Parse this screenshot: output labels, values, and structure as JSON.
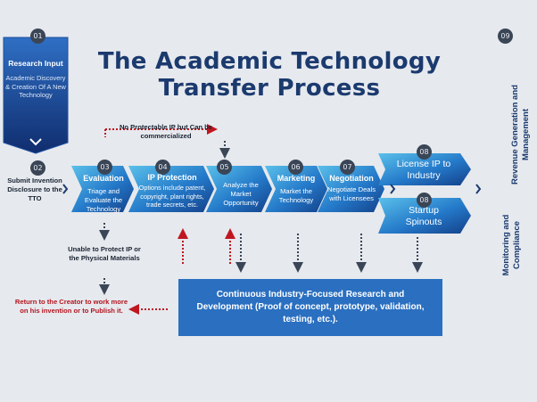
{
  "title_line1": "The Academic Technology",
  "title_line2": "Transfer Process",
  "steps": [
    {
      "num": "01",
      "heading": "Research Input",
      "body": "Academic Discovery & Creation Of A New Technology"
    },
    {
      "num": "02",
      "heading": "",
      "body": "Submit Invention Disclosure to the TTO"
    },
    {
      "num": "03",
      "heading": "Evaluation",
      "body": "Triage and Evaluate the Technology"
    },
    {
      "num": "04",
      "heading": "IP Protection",
      "body": "Options include patent, copyright, plant rights, trade secrets, etc."
    },
    {
      "num": "05",
      "heading": "",
      "body": "Analyze the Market Opportunity"
    },
    {
      "num": "06",
      "heading": "Marketing",
      "body": "Market the Technology"
    },
    {
      "num": "07",
      "heading": "Negotiation",
      "body": "Negotiate Deals with Licensees"
    },
    {
      "num": "08",
      "heading": "License IP to Industry",
      "body": ""
    },
    {
      "num": "08",
      "heading": "Startup Spinouts",
      "body": ""
    },
    {
      "num": "09",
      "heading": "Revenue Generation and Management",
      "body": "Monitoring and Compliance"
    }
  ],
  "notes": {
    "no_ip": "No Protectable IP but Can be commercialized",
    "unable": "Unable to Protect IP or the Physical Materials",
    "return": "Return to the Creator to work more on his invention or to Publish it.",
    "rd": "Continuous Industry-Focused Research and Development (Proof of  concept, prototype, validation, testing, etc.)."
  },
  "colors": {
    "title": "#1b3a6e",
    "arrow_blue": "#2a6fc0",
    "red": "#c0161f",
    "dark": "#3a4556"
  }
}
